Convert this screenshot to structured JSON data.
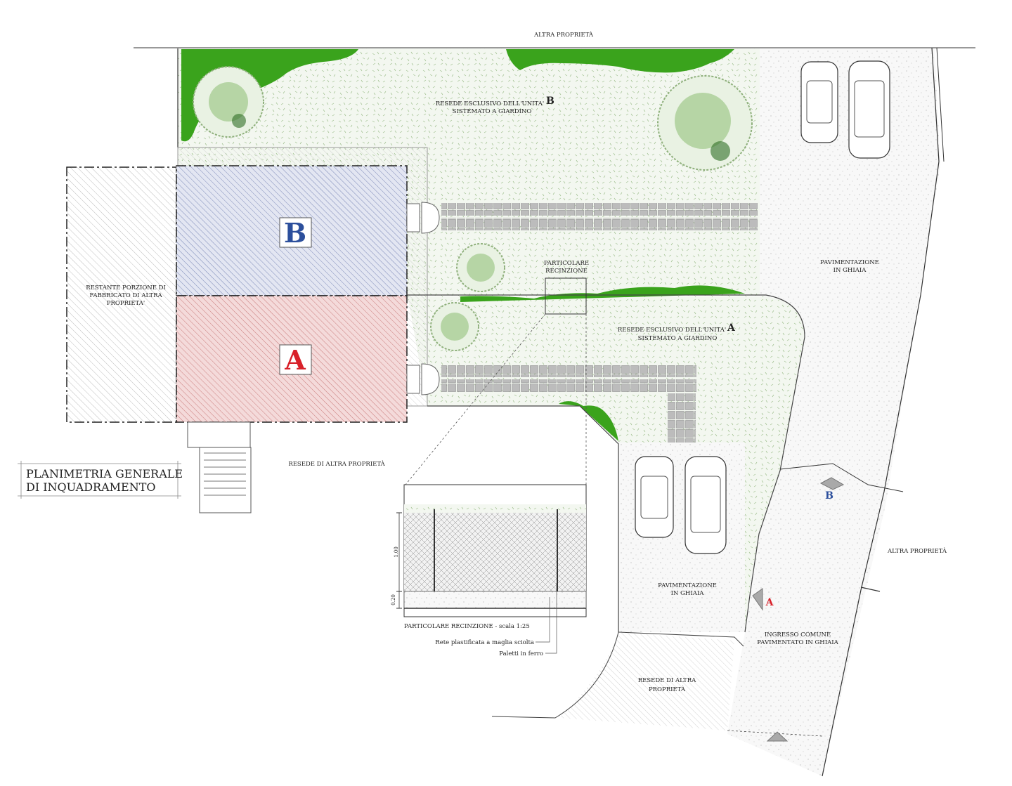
{
  "labels": {
    "top_property": "ALTRA PROPRIETÀ",
    "garden_b_line1": "RESEDE ESCLUSIVO DELL'UNITA'",
    "garden_b_letter": "B",
    "garden_b_line2": "SISTEMATO A GIARDINO",
    "garden_a_line1": "RESEDE ESCLUSIVO DELL'UNITA'",
    "garden_a_letter": "A",
    "garden_a_line2": "SISTEMATO A GIARDINO",
    "detail_line1": "PARTICOLARE",
    "detail_line2": "RECINZIONE",
    "gravel_top_line1": "PAVIMENTAZIONE",
    "gravel_top_line2": "IN GHIAIA",
    "remaining_line1": "RESTANTE PORZIONE DI",
    "remaining_line2": "FABBRICATO DI ALTRA",
    "remaining_line3": "PROPRIETA'",
    "resede_other": "RESEDE DI ALTRA PROPRIETÀ",
    "right_property": "ALTRA PROPRIETÀ",
    "gravel_bottom_line1": "PAVIMENTAZIONE",
    "gravel_bottom_line2": "IN GHIAIA",
    "entrance_line1": "INGRESSO COMUNE",
    "entrance_line2": "PAVIMENTATO IN GHIAIA",
    "resede_bottom_line1": "RESEDE DI ALTRA",
    "resede_bottom_line2": "PROPRIETÀ",
    "unit_a": "A",
    "unit_b": "B",
    "arrow_a": "A",
    "arrow_b": "B"
  },
  "title": {
    "line1": "PLANIMETRIA GENERALE",
    "line2": "DI INQUADRAMENTO"
  },
  "fence_detail": {
    "caption": "PARTICOLARE RECINZIONE - scala 1:25",
    "note_net": "Rete plastificata a maglia sciolta",
    "note_posts": "Paletti in ferro",
    "dim_height": "1.00",
    "dim_base": "0.20"
  },
  "colors": {
    "unit_a": "#d8212a",
    "unit_b": "#2c4f9c",
    "hedge_green": "#3aa31c",
    "gravel": "#f7f7f7"
  }
}
